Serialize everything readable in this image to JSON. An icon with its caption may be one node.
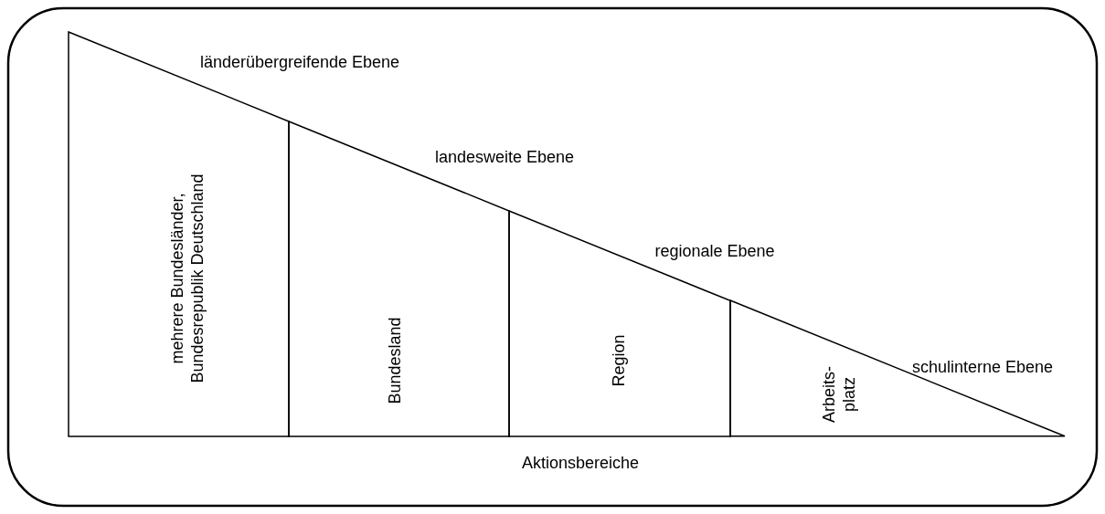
{
  "diagram": {
    "nodes": [
      {
        "text": [
          "mehrere Bundesländer, Bundesrepublik Deutschland"
        ]
      },
      {
        "text": [
          "Bundesland"
        ]
      },
      {
        "text": [
          "Region"
        ]
      },
      {
        "text": [
          "Arbeits- platz"
        ]
      }
    ],
    "labels": [
      "länderübergreifende Ebene",
      "landesweite Ebene",
      "regionale Ebene",
      "schulinterne Ebene",
      "Aktionsbereiche"
    ]
  }
}
